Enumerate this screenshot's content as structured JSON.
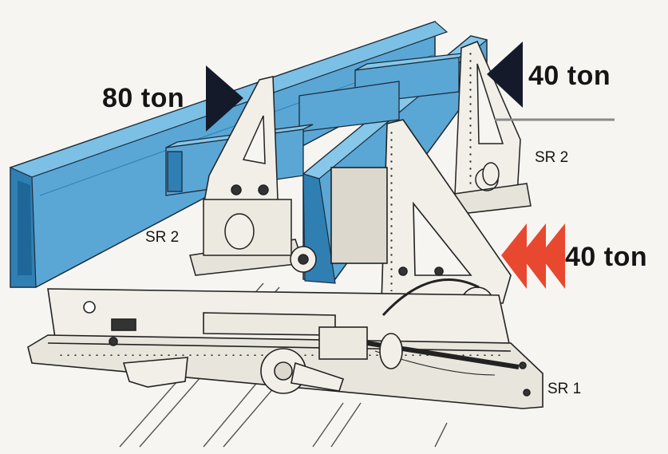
{
  "labels": {
    "left_force": "80 ton",
    "top_right_force": "40 ton",
    "right_force": "40 ton",
    "upper_unit": "SR 2",
    "middle_unit": "SR 2",
    "base_unit": "SR 1"
  },
  "icons": {
    "left_force": "black-force-arrow-icon",
    "top_right_force": "black-force-arrow-icon",
    "right_force": "red-triple-chevron-icon"
  },
  "colors": {
    "beam_blue": "#5aa7d6",
    "beam_blue_dark": "#2f7fb3",
    "arrow_black": "#141a2a",
    "arrow_red": "#e8482f",
    "metal": "#f1efe8",
    "ink": "#222222",
    "background": "#f6f5f1"
  }
}
